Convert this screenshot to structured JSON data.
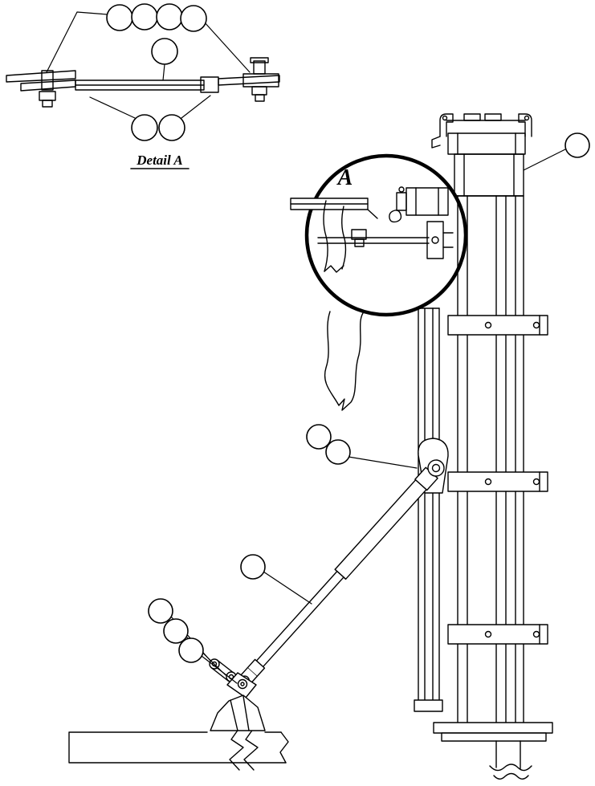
{
  "page": {
    "background_color": "#ffffff",
    "line_color": "#000000"
  },
  "detail_view": {
    "label": "Detail A",
    "balloon_count": 7
  },
  "main_view": {
    "detail_marker": "A",
    "balloon_count": 7
  }
}
